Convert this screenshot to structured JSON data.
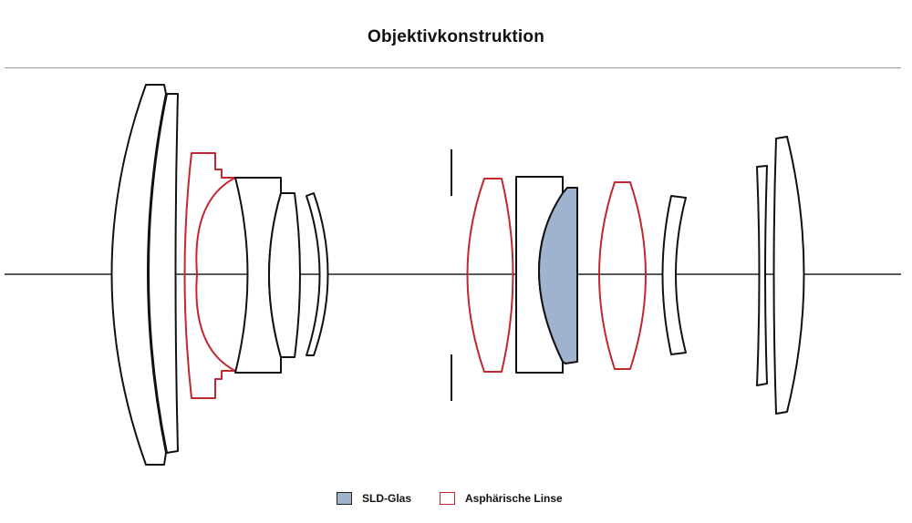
{
  "title": "Objektivkonstruktion",
  "colors": {
    "lens_outline": "#111111",
    "aspherical_outline": "#c0282d",
    "sld_fill": "#9fb3cf",
    "axis": "#222222",
    "divider": "#999999"
  },
  "legend": [
    {
      "type": "sld-glass",
      "label": "SLD-Glas"
    },
    {
      "type": "aspherical",
      "label": "Asphärische Linse"
    }
  ]
}
